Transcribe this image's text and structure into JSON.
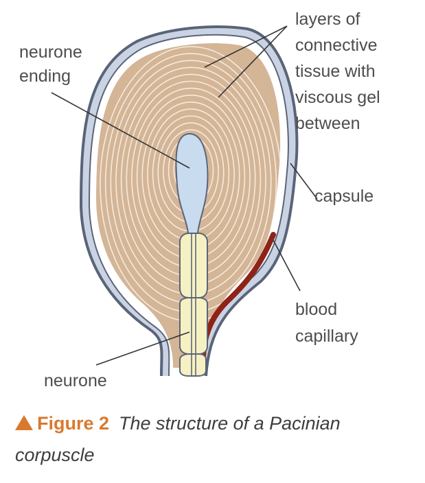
{
  "labels": {
    "neurone_ending": [
      "neurone",
      "ending"
    ],
    "connective_layers": [
      "layers of",
      "connective",
      "tissue with",
      "viscous gel",
      "between"
    ],
    "capsule": "capsule",
    "blood_capillary": [
      "blood",
      "capillary"
    ],
    "neurone": "neurone"
  },
  "caption": {
    "figure_label": "Figure 2",
    "title": "The structure of a Pacinian corpuscle"
  },
  "colors": {
    "capsule_outline": "#5a6478",
    "capsule_fill": "#c9d3e3",
    "layers_fill": "#d4b596",
    "layer_lines": "#f4ebe0",
    "neurone_ending_fill": "#c8dbef",
    "neurone_fill": "#f6f1c3",
    "capillary": "#8e2318",
    "accent": "#d9792e"
  }
}
